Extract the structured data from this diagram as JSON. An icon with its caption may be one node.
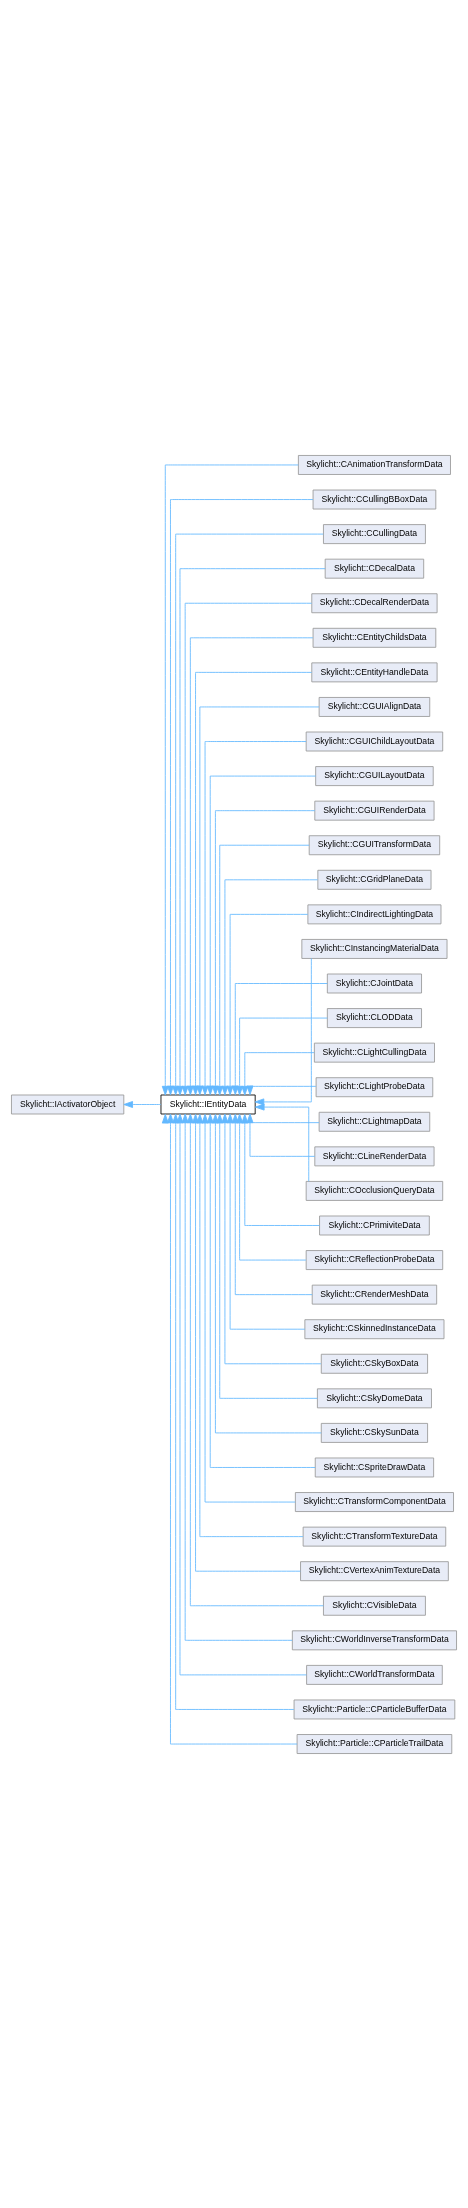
{
  "diagram": {
    "nodes": [
      {
        "text": [
          "Skylicht::IActivatorObject"
        ]
      },
      {
        "text": [
          "Skylicht::IEntityData"
        ]
      },
      {
        "text": [
          "Skylicht::CAnimationTransformData"
        ]
      },
      {
        "text": [
          "Skylicht::CCullingBBoxData"
        ]
      },
      {
        "text": [
          "Skylicht::CCullingData"
        ]
      },
      {
        "text": [
          "Skylicht::CDecalData"
        ]
      },
      {
        "text": [
          "Skylicht::CDecalRenderData"
        ]
      },
      {
        "text": [
          "Skylicht::CEntityChildsData"
        ]
      },
      {
        "text": [
          "Skylicht::CEntityHandleData"
        ]
      },
      {
        "text": [
          "Skylicht::CGUIAlignData"
        ]
      },
      {
        "text": [
          "Skylicht::CGUIChildLayoutData"
        ]
      },
      {
        "text": [
          "Skylicht::CGUILayoutData"
        ]
      },
      {
        "text": [
          "Skylicht::CGUIRenderData"
        ]
      },
      {
        "text": [
          "Skylicht::CGUITransformData"
        ]
      },
      {
        "text": [
          "Skylicht::CGridPlaneData"
        ]
      },
      {
        "text": [
          "Skylicht::CIndirectLightingData"
        ]
      },
      {
        "text": [
          "Skylicht::CInstancingMaterialData"
        ]
      },
      {
        "text": [
          "Skylicht::CJointData"
        ]
      },
      {
        "text": [
          "Skylicht::CLODData"
        ]
      },
      {
        "text": [
          "Skylicht::CLightCullingData"
        ]
      },
      {
        "text": [
          "Skylicht::CLightProbeData"
        ]
      },
      {
        "text": [
          "Skylicht::CLightmapData"
        ]
      },
      {
        "text": [
          "Skylicht::CLineRenderData"
        ]
      },
      {
        "text": [
          "Skylicht::COcclusionQueryData"
        ]
      },
      {
        "text": [
          "Skylicht::CPrimiviteData"
        ]
      },
      {
        "text": [
          "Skylicht::CReflectionProbeData"
        ]
      },
      {
        "text": [
          "Skylicht::CRenderMeshData"
        ]
      },
      {
        "text": [
          "Skylicht::CSkinnedInstanceData"
        ]
      },
      {
        "text": [
          "Skylicht::CSkyBoxData"
        ]
      },
      {
        "text": [
          "Skylicht::CSkyDomeData"
        ]
      },
      {
        "text": [
          "Skylicht::CSkySunData"
        ]
      },
      {
        "text": [
          "Skylicht::CSpriteDrawData"
        ]
      },
      {
        "text": [
          "Skylicht::CTransformComponentData"
        ]
      },
      {
        "text": [
          "Skylicht::CTransformTextureData"
        ]
      },
      {
        "text": [
          "Skylicht::CVertexAnimTextureData"
        ]
      },
      {
        "text": [
          "Skylicht::CVisibleData"
        ]
      },
      {
        "text": [
          "Skylicht::CWorldInverseTransformData"
        ]
      },
      {
        "text": [
          "Skylicht::CWorldTransformData"
        ]
      },
      {
        "text": [
          "Skylicht::Particle::CParticleBufferData"
        ]
      },
      {
        "text": [
          "Skylicht::Particle::CParticleTrailData"
        ]
      }
    ],
    "edges": [
      {
        "from": 1,
        "to": 0,
        "arrow": "to"
      },
      {
        "from": 2,
        "to": 1,
        "arrow": "to"
      },
      {
        "from": 3,
        "to": 1,
        "arrow": "to"
      },
      {
        "from": 4,
        "to": 1,
        "arrow": "to"
      },
      {
        "from": 5,
        "to": 1,
        "arrow": "to"
      },
      {
        "from": 6,
        "to": 1,
        "arrow": "to"
      },
      {
        "from": 7,
        "to": 1,
        "arrow": "to"
      },
      {
        "from": 8,
        "to": 1,
        "arrow": "to"
      },
      {
        "from": 9,
        "to": 1,
        "arrow": "to"
      },
      {
        "from": 10,
        "to": 1,
        "arrow": "to"
      },
      {
        "from": 11,
        "to": 1,
        "arrow": "to"
      },
      {
        "from": 12,
        "to": 1,
        "arrow": "to"
      },
      {
        "from": 13,
        "to": 1,
        "arrow": "to"
      },
      {
        "from": 14,
        "to": 1,
        "arrow": "to"
      },
      {
        "from": 15,
        "to": 1,
        "arrow": "to"
      },
      {
        "from": 16,
        "to": 1,
        "arrow": "to"
      },
      {
        "from": 17,
        "to": 1,
        "arrow": "to"
      },
      {
        "from": 18,
        "to": 1,
        "arrow": "to"
      },
      {
        "from": 19,
        "to": 1,
        "arrow": "to"
      },
      {
        "from": 20,
        "to": 1,
        "arrow": "to"
      },
      {
        "from": 21,
        "to": 1,
        "arrow": "to"
      },
      {
        "from": 22,
        "to": 1,
        "arrow": "to"
      },
      {
        "from": 23,
        "to": 1,
        "arrow": "to"
      },
      {
        "from": 24,
        "to": 1,
        "arrow": "to"
      },
      {
        "from": 25,
        "to": 1,
        "arrow": "to"
      },
      {
        "from": 26,
        "to": 1,
        "arrow": "to"
      },
      {
        "from": 27,
        "to": 1,
        "arrow": "to"
      },
      {
        "from": 28,
        "to": 1,
        "arrow": "to"
      },
      {
        "from": 29,
        "to": 1,
        "arrow": "to"
      },
      {
        "from": 30,
        "to": 1,
        "arrow": "to"
      },
      {
        "from": 31,
        "to": 1,
        "arrow": "to"
      },
      {
        "from": 32,
        "to": 1,
        "arrow": "to"
      },
      {
        "from": 33,
        "to": 1,
        "arrow": "to"
      },
      {
        "from": 34,
        "to": 1,
        "arrow": "to"
      },
      {
        "from": 35,
        "to": 1,
        "arrow": "to"
      },
      {
        "from": 36,
        "to": 1,
        "arrow": "to"
      },
      {
        "from": 37,
        "to": 1,
        "arrow": "to"
      },
      {
        "from": 38,
        "to": 1,
        "arrow": "to"
      },
      {
        "from": 39,
        "to": 1,
        "arrow": "to"
      }
    ]
  }
}
